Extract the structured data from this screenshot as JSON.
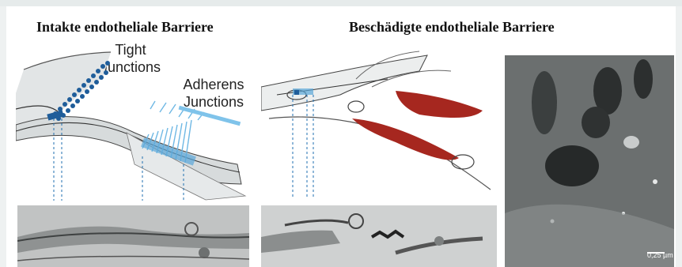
{
  "titles": {
    "intact": "Intakte endotheliale Barriere",
    "damaged": "Beschädigte endotheliale Barriere"
  },
  "labels": {
    "tight_line1": "Tight",
    "tight_line2": "Junctions",
    "adherens_line1": "Adherens",
    "adherens_line2": "Junctions"
  },
  "micrograph": {
    "scale_bar": "0,25 µm"
  },
  "colors": {
    "junction_blue": "#1f6fb0",
    "light_blue": "#7fc3ea",
    "red_cell": "#a6271f",
    "membrane_grey": "#d7dbdc",
    "sem_dark": "#3b3f3f"
  }
}
